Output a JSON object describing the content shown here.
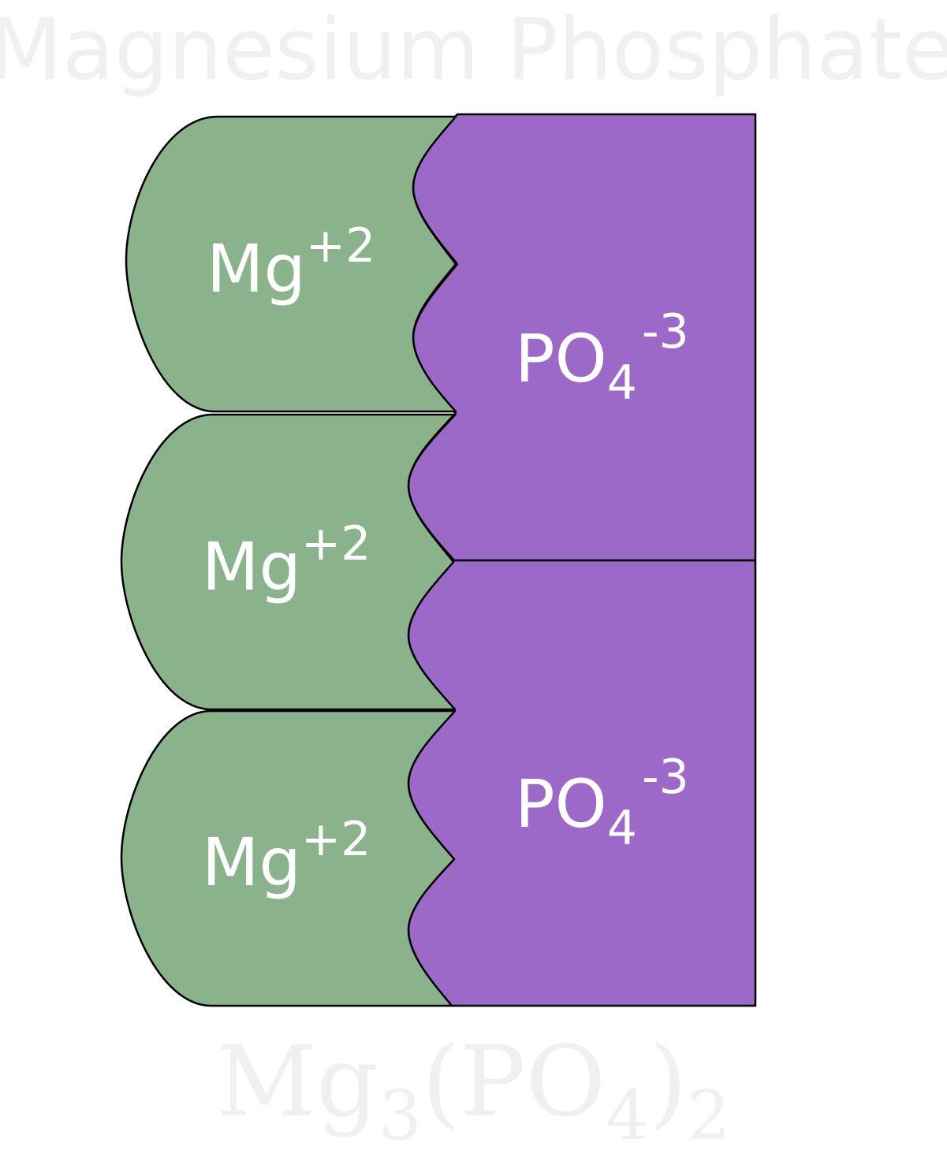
{
  "title": "Magnesium Phosphate",
  "formula": {
    "parts": [
      "Mg",
      "3",
      "(PO",
      "4",
      ")",
      "2"
    ]
  },
  "colors": {
    "title": "#f0f0f1",
    "formula": "#f0f0f1",
    "magnesium_fill": "#8ab38c",
    "phosphate_fill": "#9c69c9",
    "outline": "#000000",
    "ion_text": "#ffffff"
  },
  "cations": [
    {
      "symbol": "Mg",
      "charge": "+2"
    },
    {
      "symbol": "Mg",
      "charge": "+2"
    },
    {
      "symbol": "Mg",
      "charge": "+2"
    }
  ],
  "anions": [
    {
      "symbol": "PO",
      "subscript": "4",
      "charge": "-3"
    },
    {
      "symbol": "PO",
      "subscript": "4",
      "charge": "-3"
    }
  ]
}
